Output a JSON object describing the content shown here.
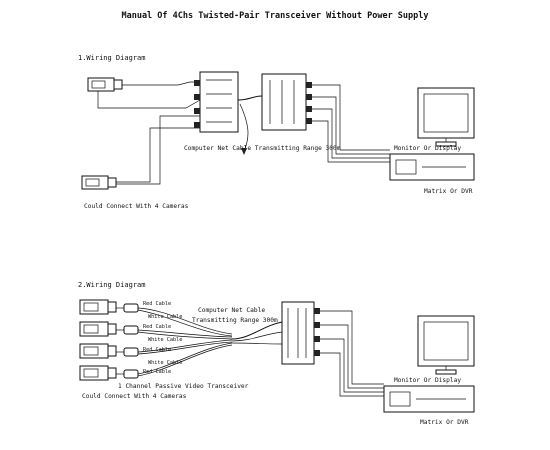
{
  "title": "Manual Of 4Chs Twisted-Pair Transceiver Without Power Supply",
  "section1": {
    "heading": "1.Wiring Diagram",
    "cable_label": "Computer Net Cable Transmitting Range 300m",
    "cameras_note": "Could Connect With 4 Cameras",
    "monitor_label": "Monitor Or Display",
    "matrix_label": "Matrix Or DVR"
  },
  "section2": {
    "heading": "2.Wiring Diagram",
    "cable_label_line1": "Computer Net Cable",
    "cable_label_line2": "Transmitting Range 300m",
    "red_cable": "Red Cable",
    "white_cable": "White Cable",
    "transceiver_label": "1 Channel Passive Video Transceiver",
    "cameras_note": "Could Connect With 4 Cameras",
    "monitor_label": "Monitor Or Display",
    "matrix_label": "Matrix Or DVR"
  }
}
